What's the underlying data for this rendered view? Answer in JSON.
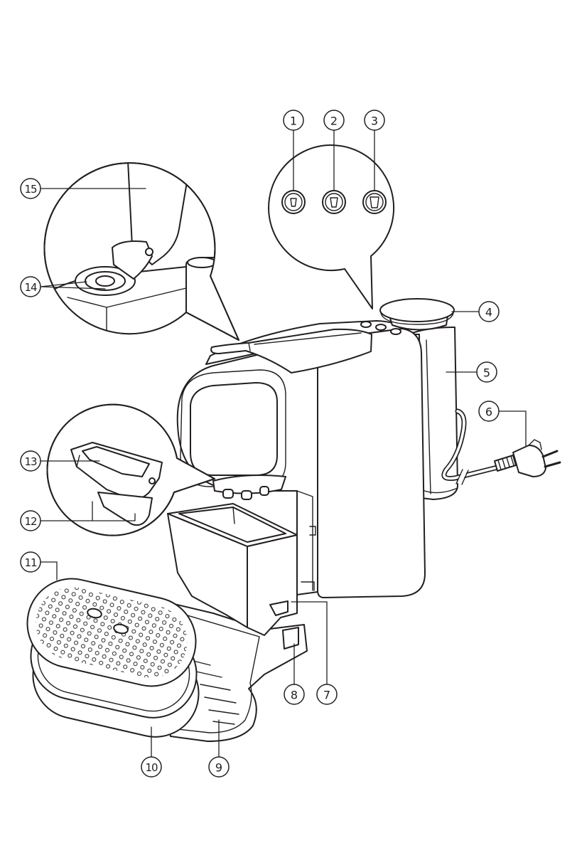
{
  "callouts": [
    {
      "label": "1"
    },
    {
      "label": "2"
    },
    {
      "label": "3"
    },
    {
      "label": "4"
    },
    {
      "label": "5"
    },
    {
      "label": "6"
    },
    {
      "label": "7"
    },
    {
      "label": "8"
    },
    {
      "label": "9"
    },
    {
      "label": "10"
    },
    {
      "label": "11"
    },
    {
      "label": "12"
    },
    {
      "label": "13"
    },
    {
      "label": "14"
    },
    {
      "label": "15"
    }
  ],
  "buttons": [
    {
      "icon": "small-cup-icon"
    },
    {
      "icon": "medium-cup-icon"
    },
    {
      "icon": "large-cup-icon"
    }
  ],
  "colors": {
    "line": "#231f20",
    "background": "#ffffff"
  }
}
